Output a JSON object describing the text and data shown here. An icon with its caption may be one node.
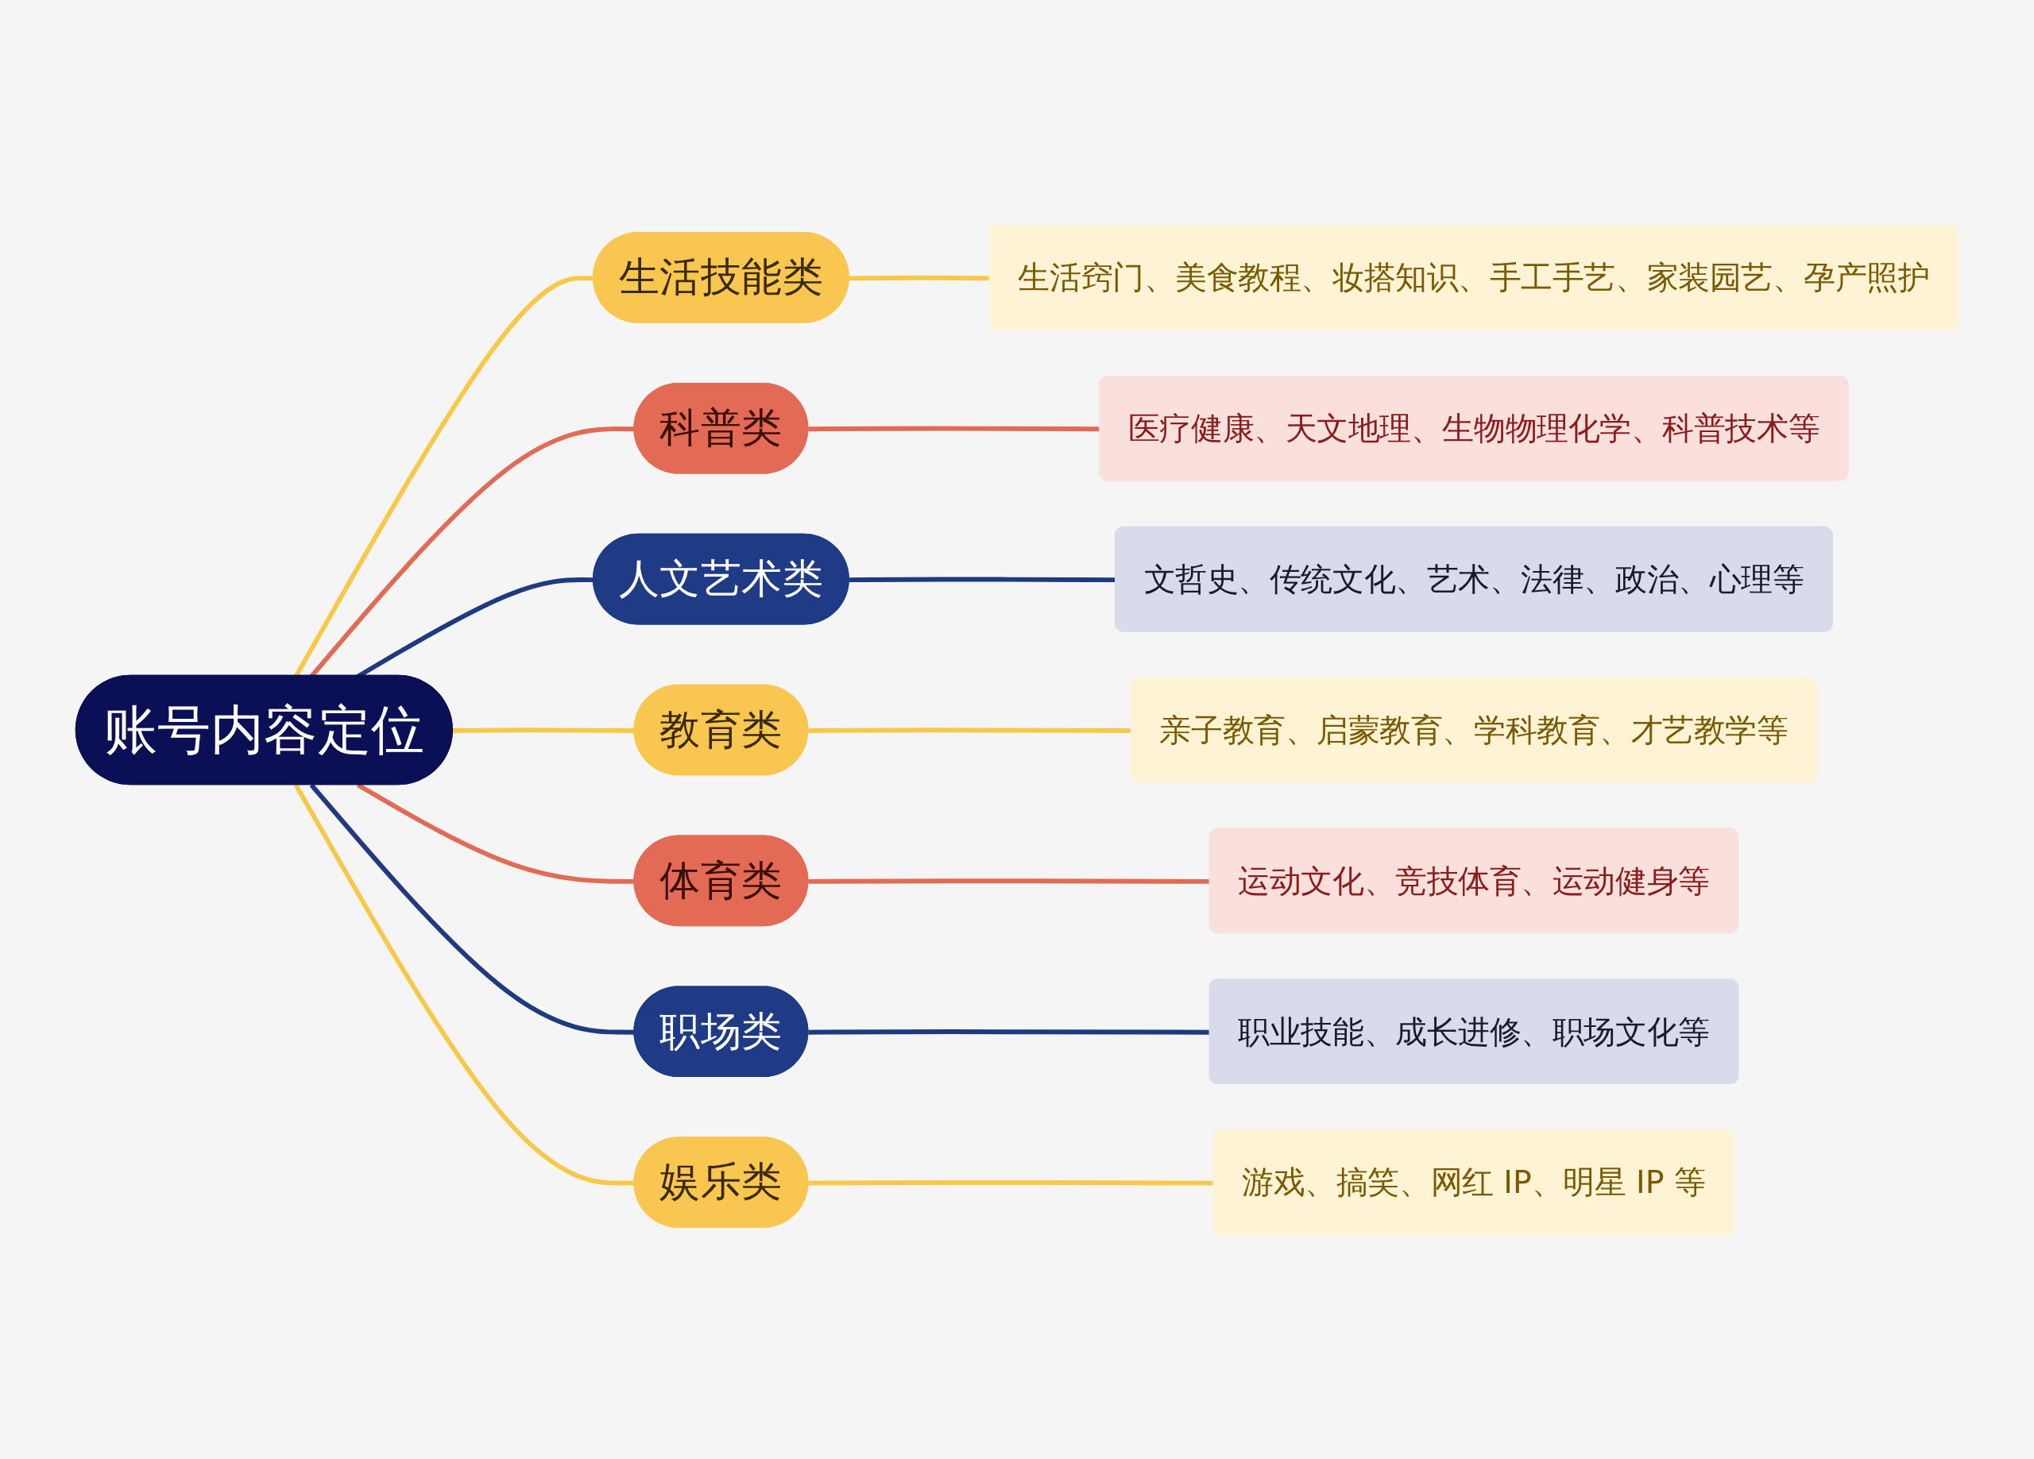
{
  "diagram": {
    "nodes": [
      {
        "text": [
          "账号内容定位"
        ]
      },
      {
        "text": [
          "生活技能类"
        ]
      },
      {
        "text": [
          "生活窍门、美食教程、妆搭知识、手工手艺、家装园艺、孕产照护"
        ]
      },
      {
        "text": [
          "科普类"
        ]
      },
      {
        "text": [
          "医疗健康、天文地理、生物物理化学、科普技术等"
        ]
      },
      {
        "text": [
          "人文艺术类"
        ]
      },
      {
        "text": [
          "文哲史、传统文化、艺术、法律、政治、心理等"
        ]
      },
      {
        "text": [
          "教育类"
        ]
      },
      {
        "text": [
          "亲子教育、启蒙教育、学科教育、才艺教学等"
        ]
      },
      {
        "text": [
          "体育类"
        ]
      },
      {
        "text": [
          "运动文化、竞技体育、运动健身等"
        ]
      },
      {
        "text": [
          "职场类"
        ]
      },
      {
        "text": [
          "职业技能、成长进修、职场文化等"
        ]
      },
      {
        "text": [
          "娱乐类"
        ]
      },
      {
        "text": [
          "游戏、搞笑、网红 IP、明星 IP 等"
        ]
      }
    ],
    "edges": [
      {
        "from": 0,
        "to": 1,
        "arrow": "none"
      },
      {
        "from": 1,
        "to": 2,
        "arrow": "none"
      },
      {
        "from": 0,
        "to": 3,
        "arrow": "none",
        "color": "#e06c55"
      },
      {
        "from": 3,
        "to": 4,
        "arrow": "none",
        "color": "#e06c55"
      },
      {
        "from": 0,
        "to": 5,
        "arrow": "none",
        "color": "#1f3a80"
      },
      {
        "from": 5,
        "to": 6,
        "arrow": "none",
        "color": "#1f3a80"
      },
      {
        "from": 0,
        "to": 7,
        "arrow": "none"
      },
      {
        "from": 7,
        "to": 8,
        "arrow": "none"
      },
      {
        "from": 0,
        "to": 9,
        "arrow": "none",
        "color": "#e06c55"
      },
      {
        "from": 9,
        "to": 10,
        "arrow": "none",
        "color": "#e06c55"
      },
      {
        "from": 0,
        "to": 11,
        "arrow": "none",
        "color": "#1f3a80"
      },
      {
        "from": 11,
        "to": 12,
        "arrow": "none",
        "color": "#1f3a80"
      },
      {
        "from": 0,
        "to": 13,
        "arrow": "none"
      },
      {
        "from": 13,
        "to": 14,
        "arrow": "none"
      }
    ]
  }
}
